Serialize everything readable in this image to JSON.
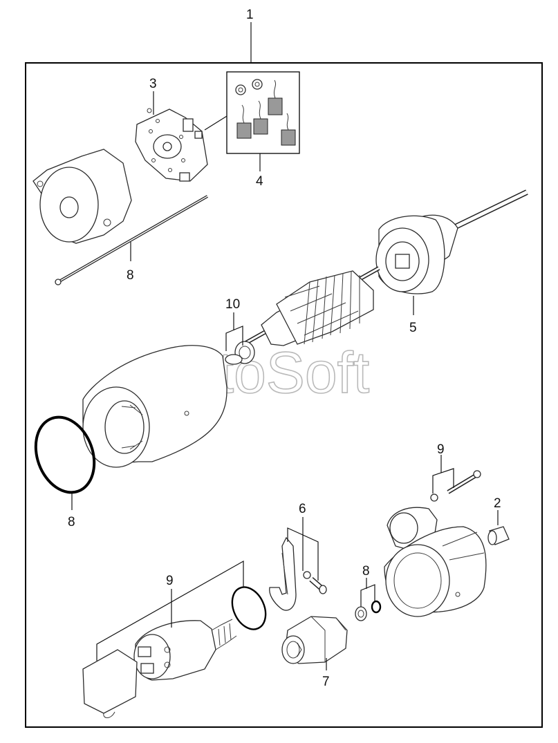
{
  "diagram": {
    "watermark": "AutoSoft",
    "callouts": {
      "c1": "1",
      "c2": "2",
      "c3": "3",
      "c4": "4",
      "c5": "5",
      "c6": "6",
      "c7": "7",
      "c8_bolt": "8",
      "c8_ring": "8",
      "c8_washer": "8",
      "c9_solenoid": "9",
      "c9_bolt": "9",
      "c10": "10"
    }
  }
}
